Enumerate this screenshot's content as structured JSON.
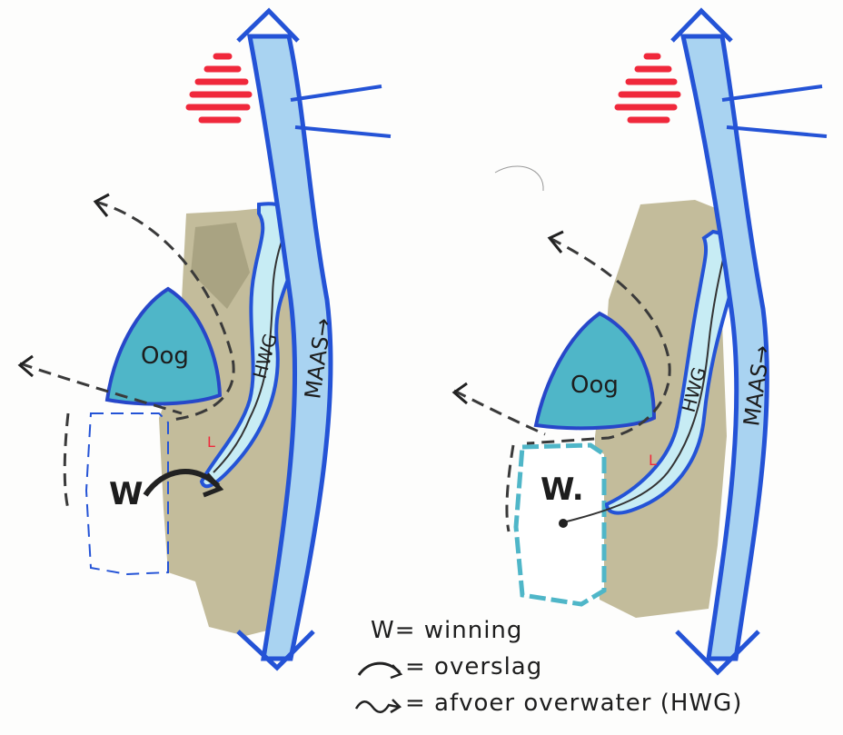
{
  "colors": {
    "river_fill": "#a9d3f1",
    "river_edge": "#2453d6",
    "lake_fill": "#4fb6c8",
    "lake_edge": "#2747c9",
    "land_fill": "#b8b08a",
    "land_dark": "#8f8a6a",
    "channel_fill": "#c7ecf4",
    "marker_red": "#f0283b",
    "ink": "#1d1d1d",
    "dashed_ink": "#3a3a3a"
  },
  "left_sketch": {
    "river_label": "MAAS→",
    "channel_label": "HWG",
    "lake_label": "Oog",
    "winning_label": "W",
    "small_mark": "L"
  },
  "right_sketch": {
    "river_label": "MAAS→",
    "channel_label": "HWG",
    "lake_label": "Oog",
    "winning_label": "W.",
    "small_mark": "L"
  },
  "legend": {
    "w_line": "W= winning",
    "overslag_line": "= overslag",
    "afvoer_line": "= afvoer overwater (HWG)"
  }
}
